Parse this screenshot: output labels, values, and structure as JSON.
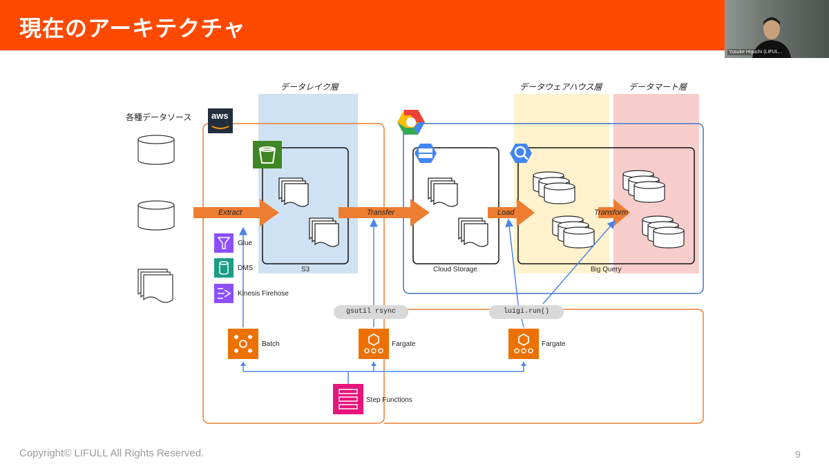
{
  "header": {
    "title": "現在のアーキテクチャ"
  },
  "presenter": {
    "name": "Yusuke Higuchi (LIFUL..."
  },
  "layers": {
    "sources": "各種データソース",
    "lake": "データレイク層",
    "warehouse": "データウェアハウス層",
    "mart": "データマート層"
  },
  "logos": {
    "aws": "aws"
  },
  "services": {
    "glue": "Glue",
    "dms": "DMS",
    "kinesis": "Kinesis Firehose",
    "s3": "S3",
    "cloud_storage": "Cloud Storage",
    "bigquery": "Big Query",
    "batch": "Batch",
    "fargate_1": "Fargate",
    "fargate_2": "Fargate",
    "step_functions": "Step Functions"
  },
  "flows": {
    "extract": "Extract",
    "transfer": "Transfer",
    "load": "Load",
    "transform": "Transform"
  },
  "commands": {
    "gsutil": "gsutil rsync",
    "luigi": "luigi.run()"
  },
  "colors": {
    "header": "#fd4a00",
    "aws_orange": "#ed7d31",
    "gcp_blue": "#4472c4",
    "lake_bg": "#cfe2f3",
    "dwh_bg": "#fff2cc",
    "mart_bg": "#f8cecc"
  },
  "footer": {
    "copyright": "Copyright© LIFULL All Rights Reserved.",
    "page": "9"
  }
}
